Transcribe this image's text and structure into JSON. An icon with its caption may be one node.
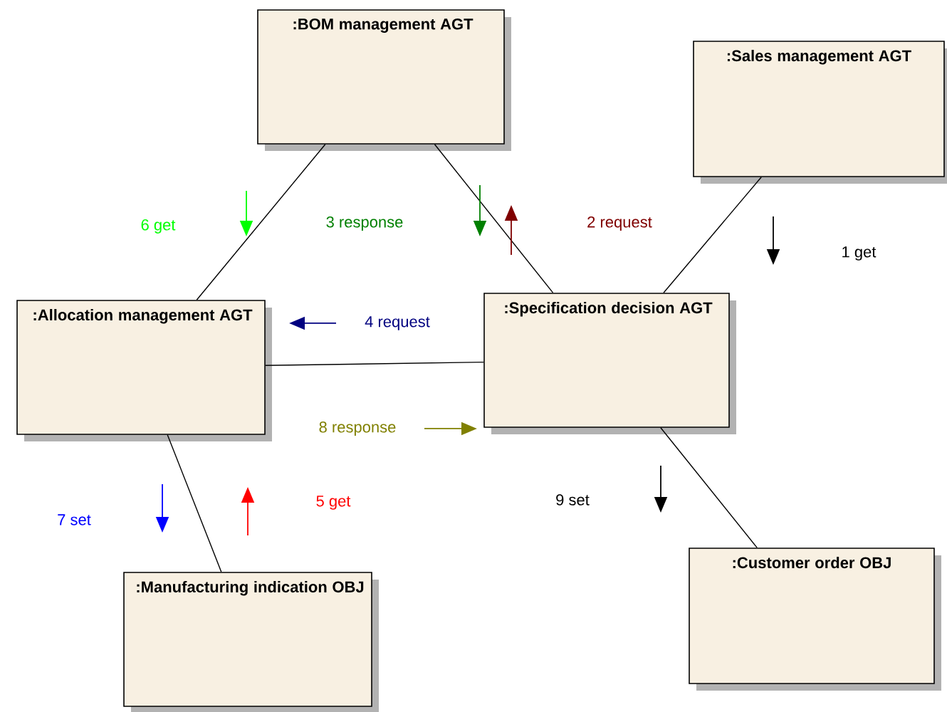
{
  "diagram": {
    "nodes": [
      {
        "text": [
          ":BOM management AGT"
        ]
      },
      {
        "text": [
          ":Sales management AGT"
        ]
      },
      {
        "text": [
          ":Allocation management AGT"
        ]
      },
      {
        "text": [
          ":Specification decision AGT"
        ]
      },
      {
        "text": [
          ":Manufacturing indication OBJ"
        ]
      },
      {
        "text": [
          ":Customer order OBJ"
        ]
      }
    ],
    "edges": [
      {
        "from": 0,
        "to": 2,
        "arrow": "none"
      },
      {
        "from": 0,
        "to": 3,
        "arrow": "none"
      },
      {
        "from": 1,
        "to": 3,
        "arrow": "none"
      },
      {
        "from": 2,
        "to": 3,
        "arrow": "none"
      },
      {
        "from": 2,
        "to": 4,
        "arrow": "none"
      },
      {
        "from": 3,
        "to": 5,
        "arrow": "none"
      }
    ],
    "labels": [
      "6 get",
      "3 response",
      "2 request",
      "1 get",
      "4 request",
      "8 response",
      "7 set",
      "5 get",
      "9 set"
    ]
  }
}
